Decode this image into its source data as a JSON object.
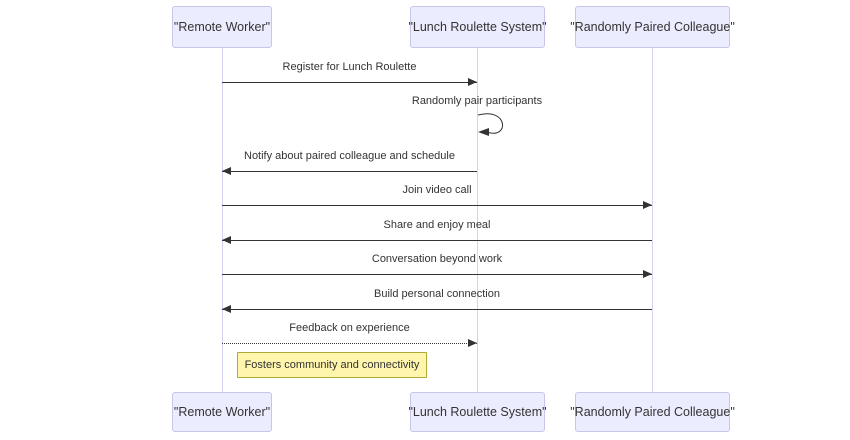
{
  "diagram": {
    "type": "sequence-diagram",
    "colors": {
      "actor_fill": "#ECECFF",
      "actor_border": "#c8c6e8",
      "lifeline": "#d8d0ef",
      "message_line": "#333333",
      "note_fill": "#fff5ad",
      "note_border": "#aaaa33",
      "text": "#333333"
    },
    "actors": [
      {
        "id": "remote-worker",
        "label": "\"Remote Worker\""
      },
      {
        "id": "lunch-roulette-system",
        "label": "\"Lunch Roulette System\""
      },
      {
        "id": "randomly-paired-colleague",
        "label": "\"Randomly Paired Colleague\""
      }
    ],
    "messages": [
      {
        "label": "Register for Lunch Roulette",
        "from": "remote-worker",
        "to": "lunch-roulette-system",
        "line": "solid",
        "direction": "right"
      },
      {
        "label": "Randomly pair participants",
        "from": "lunch-roulette-system",
        "to": "lunch-roulette-system",
        "line": "solid",
        "direction": "self"
      },
      {
        "label": "Notify about paired colleague and schedule",
        "from": "lunch-roulette-system",
        "to": "remote-worker",
        "line": "solid",
        "direction": "left"
      },
      {
        "label": "Join video call",
        "from": "remote-worker",
        "to": "randomly-paired-colleague",
        "line": "solid",
        "direction": "right"
      },
      {
        "label": "Share and enjoy meal",
        "from": "randomly-paired-colleague",
        "to": "remote-worker",
        "line": "solid",
        "direction": "left"
      },
      {
        "label": "Conversation beyond work",
        "from": "remote-worker",
        "to": "randomly-paired-colleague",
        "line": "solid",
        "direction": "right"
      },
      {
        "label": "Build personal connection",
        "from": "randomly-paired-colleague",
        "to": "remote-worker",
        "line": "solid",
        "direction": "left"
      },
      {
        "label": "Feedback on experience",
        "from": "remote-worker",
        "to": "lunch-roulette-system",
        "line": "dotted",
        "direction": "right"
      }
    ],
    "note": {
      "label": "Fosters community and connectivity",
      "position": "right-of-remote-worker"
    }
  }
}
